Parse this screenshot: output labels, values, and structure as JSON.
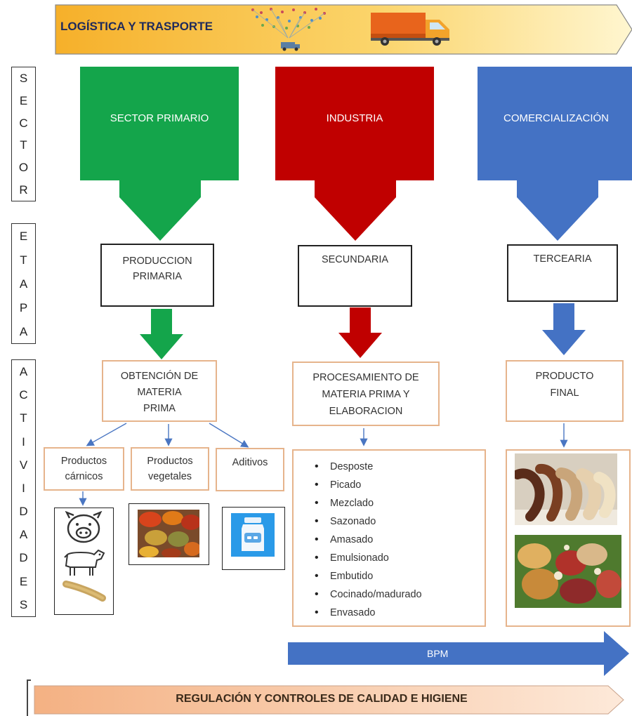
{
  "header": {
    "title": "LOGÍSTICA Y TRASPORTE",
    "colors": {
      "from": "#f6b02a",
      "to": "#fff6d0"
    },
    "icons": [
      "distribution-map-icon",
      "delivery-truck-icon"
    ]
  },
  "side_labels": {
    "sector": [
      "S",
      "E",
      "C",
      "T",
      "O",
      "R"
    ],
    "etapa": [
      "E",
      "T",
      "A",
      "P",
      "A"
    ],
    "actividades": [
      "A",
      "C",
      "T",
      "I",
      "V",
      "I",
      "D",
      "A",
      "D",
      "E",
      "S"
    ]
  },
  "columns": [
    {
      "sector": "SECTOR PRIMARIO",
      "color": "#14a54b",
      "etapa_lines": [
        "PRODUCCION",
        "PRIMARIA"
      ],
      "actividad_lines": [
        "OBTENCIÓN DE",
        "MATERIA",
        "PRIMA"
      ]
    },
    {
      "sector": "INDUSTRIA",
      "color": "#c00000",
      "etapa_lines": [
        "SECUNDARIA"
      ],
      "actividad_lines": [
        "PROCESAMIENTO DE",
        "MATERIA PRIMA Y",
        "ELABORACION"
      ]
    },
    {
      "sector": "COMERCIALIZACIÓN",
      "color": "#4472c4",
      "etapa_lines": [
        "TERCEARIA"
      ],
      "actividad_lines": [
        "PRODUCTO",
        "FINAL"
      ]
    }
  ],
  "materia_prima_items": [
    {
      "lines": [
        "Productos",
        "cárnicos"
      ],
      "icons": [
        "pig-icon",
        "cow-icon",
        "sausage-icon"
      ]
    },
    {
      "lines": [
        "Productos",
        "vegetales"
      ],
      "icons": [
        "spices-photo"
      ]
    },
    {
      "lines": [
        "Aditivos"
      ],
      "icons": [
        "additive-bottle-icon"
      ]
    }
  ],
  "procesos": [
    "Desposte",
    "Picado",
    "Mezclado",
    "Sazonado",
    "Amasado",
    "Emulsionado",
    "Embutido",
    "Cocinado/madurado",
    "Envasado"
  ],
  "producto_final_images": [
    "sausages-photo",
    "cold-cuts-photo"
  ],
  "bpm": {
    "label": "BPM",
    "color": "#4472c4"
  },
  "footer": {
    "label": "REGULACIÓN Y CONTROLES DE CALIDAD E HIGIENE",
    "colors": {
      "from": "#f4b183",
      "to": "#fde9d9"
    }
  }
}
